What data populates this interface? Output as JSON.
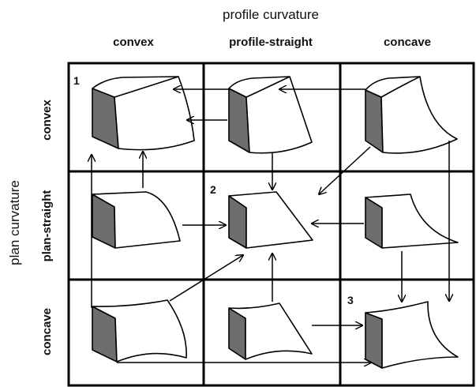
{
  "axes": {
    "top_title": "profile curvature",
    "left_title": "plan curvature"
  },
  "columns": [
    {
      "label": "convex"
    },
    {
      "label": "profile-straight"
    },
    {
      "label": "concave"
    }
  ],
  "rows": [
    {
      "label": "convex"
    },
    {
      "label": "plan-straight"
    },
    {
      "label": "concave"
    }
  ],
  "cell_numbers": {
    "first": "1",
    "second": "2",
    "third": "3"
  },
  "colors": {
    "grid": "#000000",
    "shaded_face": "#6e6e6e",
    "face": "#ffffff",
    "stroke": "#000000"
  }
}
